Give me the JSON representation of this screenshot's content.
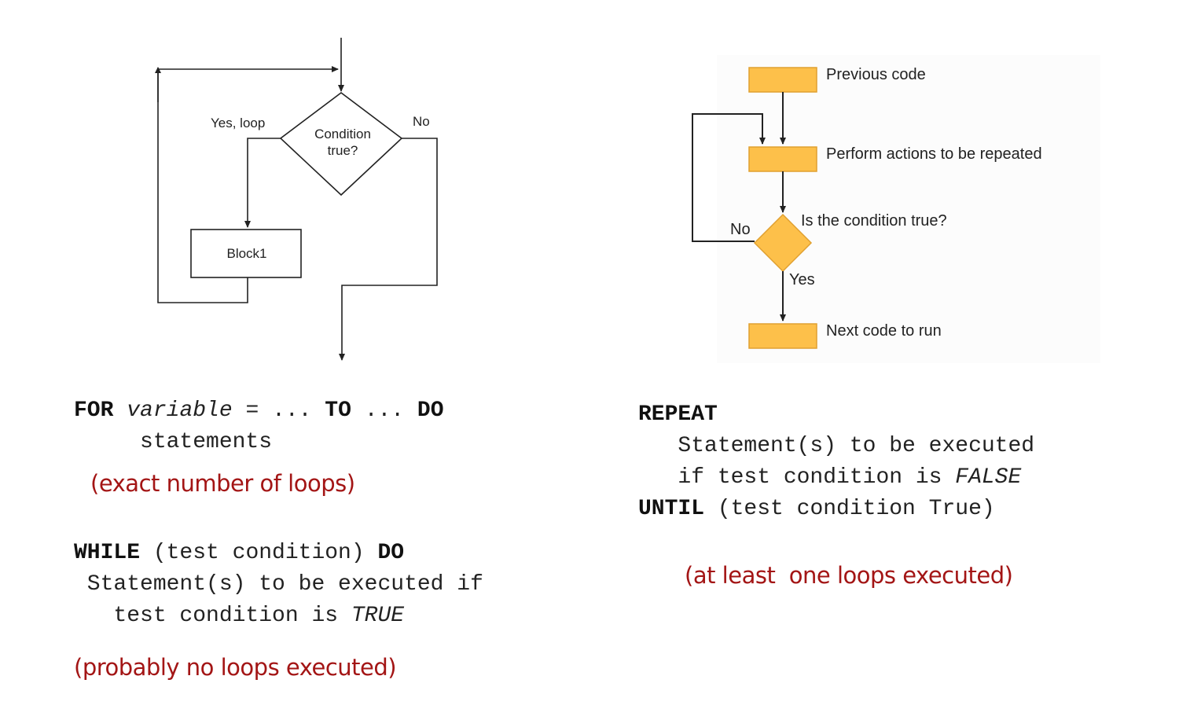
{
  "while_flowchart": {
    "decision": [
      "Condition",
      "true?"
    ],
    "yes_label": "Yes, loop",
    "no_label": "No",
    "block_label": "Block1"
  },
  "repeat_flowchart": {
    "previous": "Previous code",
    "actions": "Perform actions to be repeated",
    "condition": "Is the condition true?",
    "no_label": "No",
    "yes_label": "Yes",
    "next": "Next code to run",
    "colors": {
      "box_fill": "#fdc04a",
      "box_stroke": "#e0a030"
    }
  },
  "for_code": {
    "kw_for": "FOR",
    "variable": "variable",
    "mid1": " = ... ",
    "kw_to": "TO",
    "mid2": " ... ",
    "kw_do": "DO",
    "line2": "     statements",
    "note": "(exact number of loops)"
  },
  "while_code": {
    "kw_while": "WHILE",
    "cond": " (test condition) ",
    "kw_do": "DO",
    "line2": " Statement(s) to be executed if",
    "line3_prefix": "   test condition is ",
    "true_word": "TRUE",
    "note": "(probably no loops executed)"
  },
  "repeat_code": {
    "kw_repeat": "REPEAT",
    "line2": "   Statement(s) to be executed",
    "line3_prefix": "   if test condition is ",
    "false_word": "FALSE",
    "kw_until": "UNTIL",
    "until_rest": " (test condition True)",
    "note": "(at least  one loops executed)"
  },
  "colors": {
    "note_red": "#a31515",
    "text": "#222222"
  }
}
